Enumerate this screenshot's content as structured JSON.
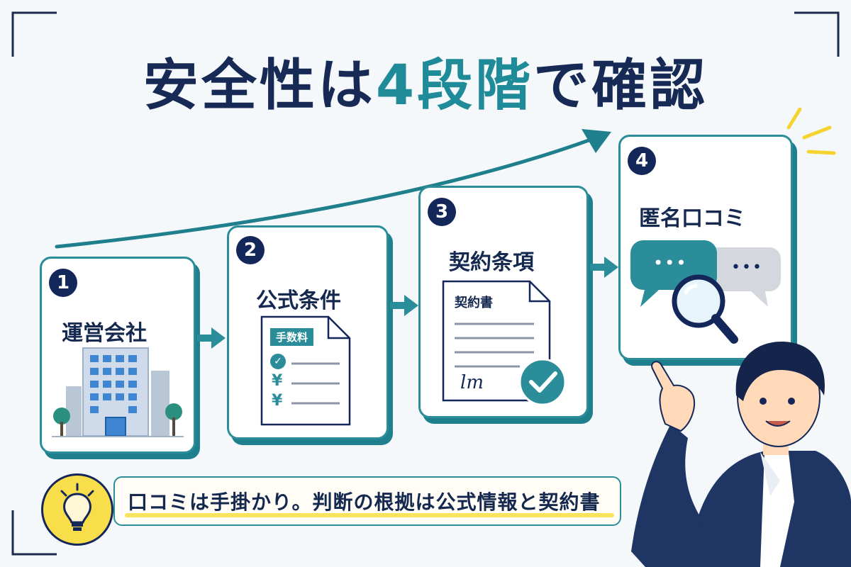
{
  "title": {
    "prefix": "安全性は",
    "accent": "4段階",
    "suffix": "で確認"
  },
  "steps": [
    {
      "number": "1",
      "label": "運営会社",
      "icon": "office-building-icon"
    },
    {
      "number": "2",
      "label": "公式条件",
      "icon": "fee-document-icon",
      "doc_tag": "手数料",
      "checklist": [
        "✓",
        "¥",
        "¥"
      ]
    },
    {
      "number": "3",
      "label": "契約条項",
      "icon": "contract-document-icon",
      "doc_title": "契約書",
      "signature": "lm"
    },
    {
      "number": "4",
      "label": "匿名口コミ",
      "icon": "speech-bubbles-magnifier-icon",
      "bubble_text": "•••"
    }
  ],
  "tip": {
    "icon": "lightbulb-icon",
    "text": "口コミは手掛かり。判断の根拠は公式情報と契約書"
  },
  "colors": {
    "navy": "#13275a",
    "teal": "#2a8d99",
    "highlight": "#f7e35c",
    "bulb": "#f9de4b"
  }
}
